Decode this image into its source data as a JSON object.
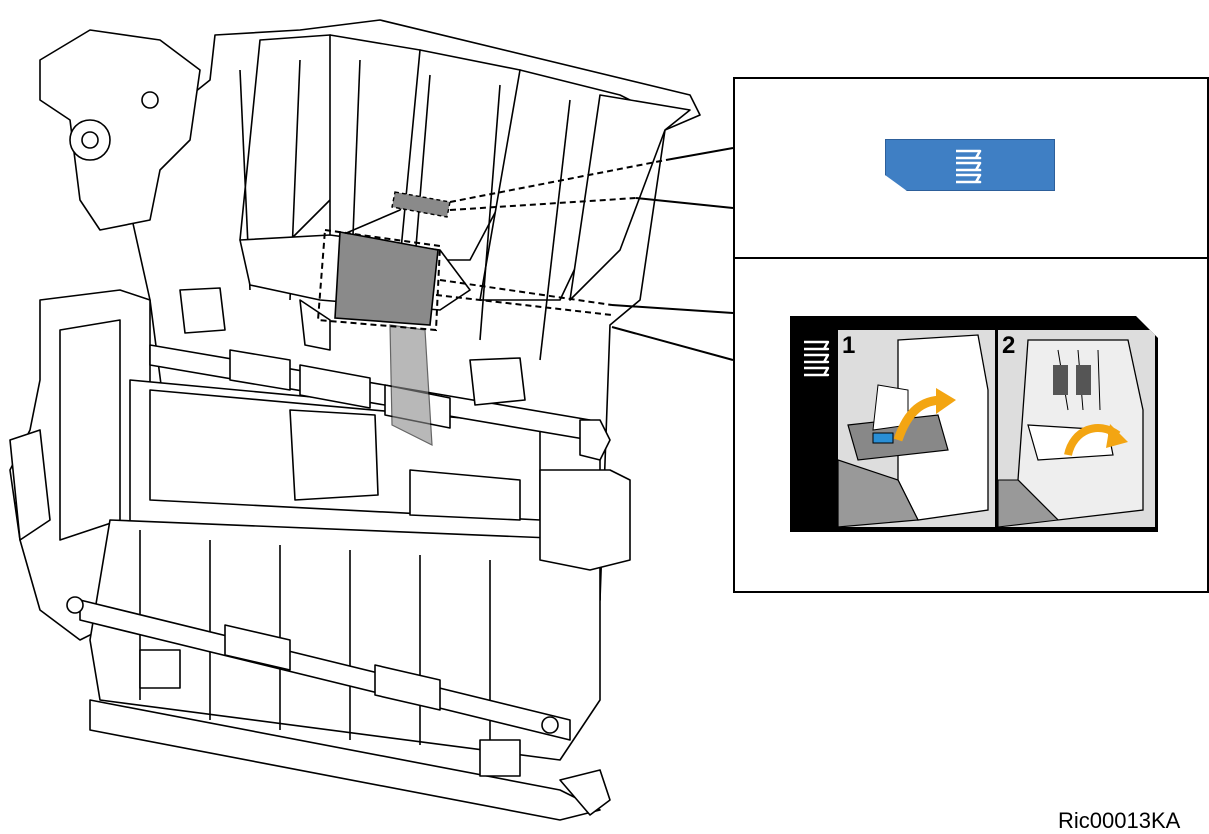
{
  "figure": {
    "code": "Ric00013KA"
  },
  "instruction_panel": {
    "steps": [
      {
        "number": "1"
      },
      {
        "number": "2"
      }
    ],
    "icon": "paper-stack-icon"
  },
  "tag": {
    "icon": "paper-stack-icon",
    "color": "#3f7fc4"
  }
}
